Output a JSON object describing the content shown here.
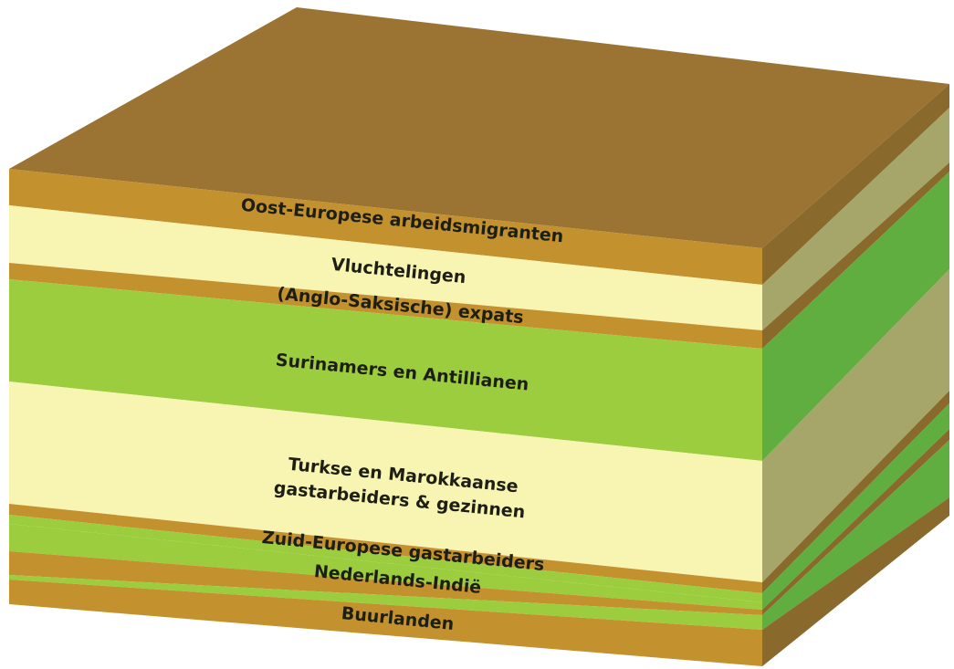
{
  "colors": {
    "top_face": "#9b7333",
    "brown": "#c4912f",
    "brown_side": "#8a6a2c",
    "cream": "#f8f4b2",
    "cream_side": "#a6a56a",
    "green": "#9ccd3e",
    "green_side": "#5fae3f"
  },
  "layers": [
    {
      "id": "oost-europese",
      "label": "Oost-Europese arbeidsmigranten"
    },
    {
      "id": "vluchtelingen",
      "label": "Vluchtelingen"
    },
    {
      "id": "expats",
      "label": "(Anglo-Saksische) expats"
    },
    {
      "id": "surinamers",
      "label": "Surinamers en Antillianen"
    },
    {
      "id": "turkse",
      "label_lines": [
        "Turkse en Marokkaanse",
        "gastarbeiders & gezinnen"
      ]
    },
    {
      "id": "zuid-europese",
      "label": "Zuid-Europese gastarbeiders"
    },
    {
      "id": "nederlands-indie",
      "label": "Nederlands-Indië"
    },
    {
      "id": "buurlanden",
      "label": "Buurlanden"
    }
  ]
}
